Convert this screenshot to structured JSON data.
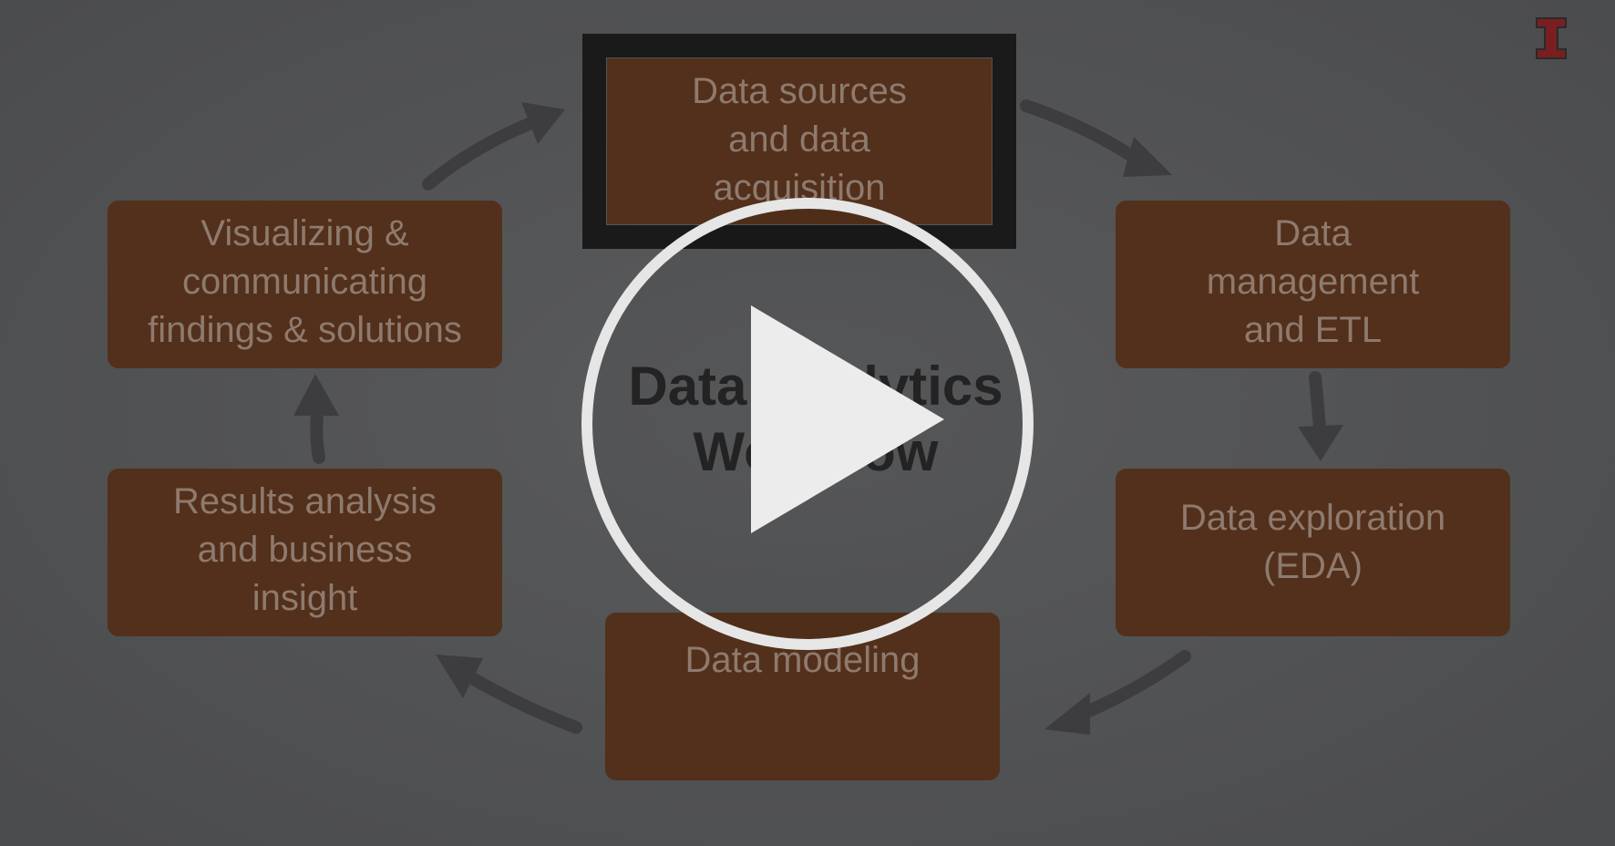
{
  "video": {
    "title": "Data Analytics Workflow",
    "colors": {
      "box_fill": "#53301b",
      "box_text": "#8e7a6e",
      "frame": "#1a1a1a",
      "title": "#252526",
      "arrow": "#3d3d3f",
      "play": "#e6e6e6",
      "logo": "#7a1f1f"
    }
  },
  "diagram": {
    "title": "Data Analytics Workflow",
    "steps": [
      {
        "label": "Data sources and data acquisition"
      },
      {
        "label": "Data management and ETL"
      },
      {
        "label": "Data exploration (EDA)"
      },
      {
        "label": "Data modeling"
      },
      {
        "label": "Results analysis and business insight"
      },
      {
        "label": "Visualizing & communicating findings & solutions"
      }
    ],
    "lines": {
      "sources": [
        "Data sources",
        "and data",
        "acquisition"
      ],
      "management": [
        "Data",
        "management",
        "and ETL"
      ],
      "exploration": [
        "Data exploration",
        "(EDA)"
      ],
      "modeling": [
        "Data modeling"
      ],
      "results": [
        "Results analysis",
        "and business",
        "insight"
      ],
      "visualizing": [
        "Visualizing &",
        "communicating",
        "findings & solutions"
      ],
      "title": [
        "Data Analytics",
        "Workflow"
      ]
    }
  },
  "controls": {
    "play_icon": "play-icon",
    "logo_icon": "block-i-logo-icon"
  }
}
